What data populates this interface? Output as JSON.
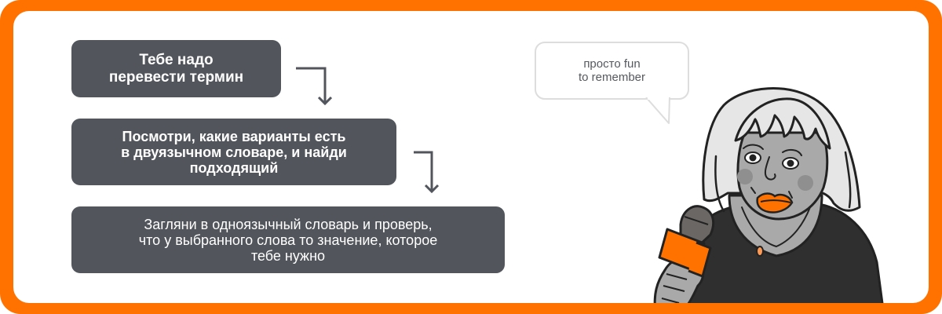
{
  "colors": {
    "frame": "#ff7200",
    "step_box": "#52565c",
    "step_text": "#ffffff",
    "arrow": "#52565c",
    "bubble_border": "#dddddd",
    "bubble_text": "#55595e",
    "accent_orange": "#ff7200"
  },
  "steps": [
    {
      "text": "Тебе надо\nперевести термин"
    },
    {
      "text": "Посмотри, какие варианты есть\nв двуязычном словаре, и найди\nподходящий"
    },
    {
      "text": "Загляни в одноязычный словарь и проверь,\nчто у выбранного слова то значение, которое\nтебе нужно"
    }
  ],
  "arrows": [
    {
      "icon": "arrow-turn-down-icon"
    },
    {
      "icon": "arrow-turn-down-icon"
    }
  ],
  "speech_bubble": {
    "text": "просто fun\nto remember"
  },
  "illustration": {
    "subject": "woman-with-microphone",
    "icon": "microphone-icon"
  }
}
